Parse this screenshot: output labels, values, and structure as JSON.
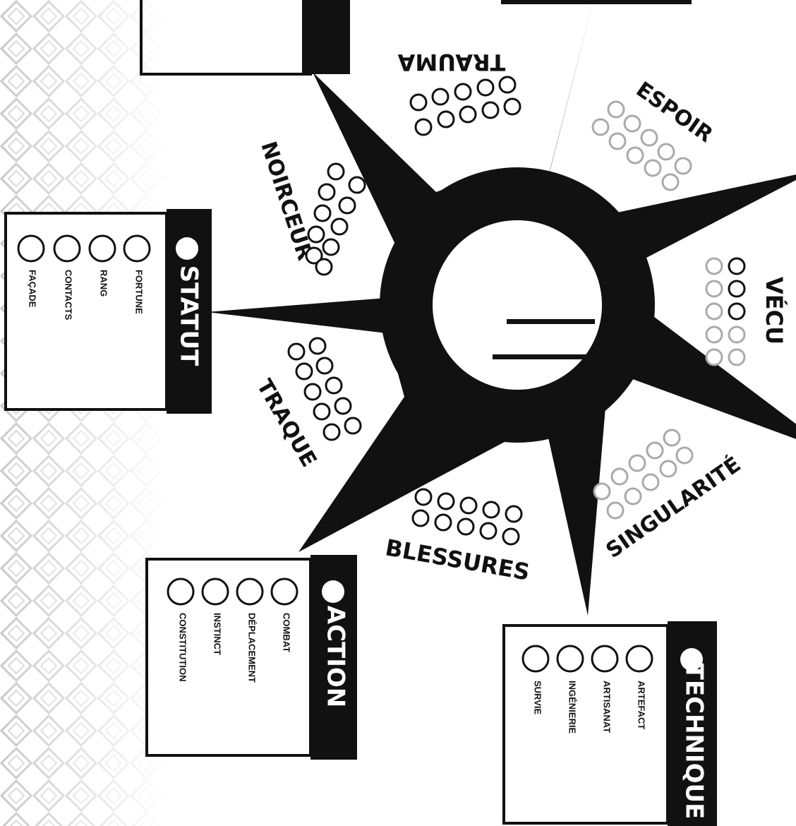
{
  "colors": {
    "ink": "#111111",
    "grey": "#aaaaaa",
    "paper": "#ffffff",
    "pattern": "#c8c8c8"
  },
  "tracks": {
    "trauma": {
      "label": "TRAUMA"
    },
    "espoir": {
      "label": "ESPOIR"
    },
    "noirceur": {
      "label": "NOIRCEUR"
    },
    "vecu": {
      "label": "VÉCU"
    },
    "traque": {
      "label": "TRAQUE"
    },
    "singularite": {
      "label": "SINGULARITÉ"
    },
    "blessures": {
      "label": "BLESSURES"
    }
  },
  "panels": {
    "statut": {
      "title": "STATUT",
      "items": [
        "FORTUNE",
        "RANG",
        "CONTACTS",
        "FAÇADE"
      ]
    },
    "action": {
      "title": "ACTION",
      "items": [
        "COMBAT",
        "DÉPLACEMENT",
        "INSTINCT",
        "CONSTITUTION"
      ]
    },
    "technique": {
      "title": "TECHNIQUE",
      "items": [
        "ARTEFACT",
        "ARTISANAT",
        "INGÉNIERIE",
        "SURVIE"
      ]
    }
  }
}
